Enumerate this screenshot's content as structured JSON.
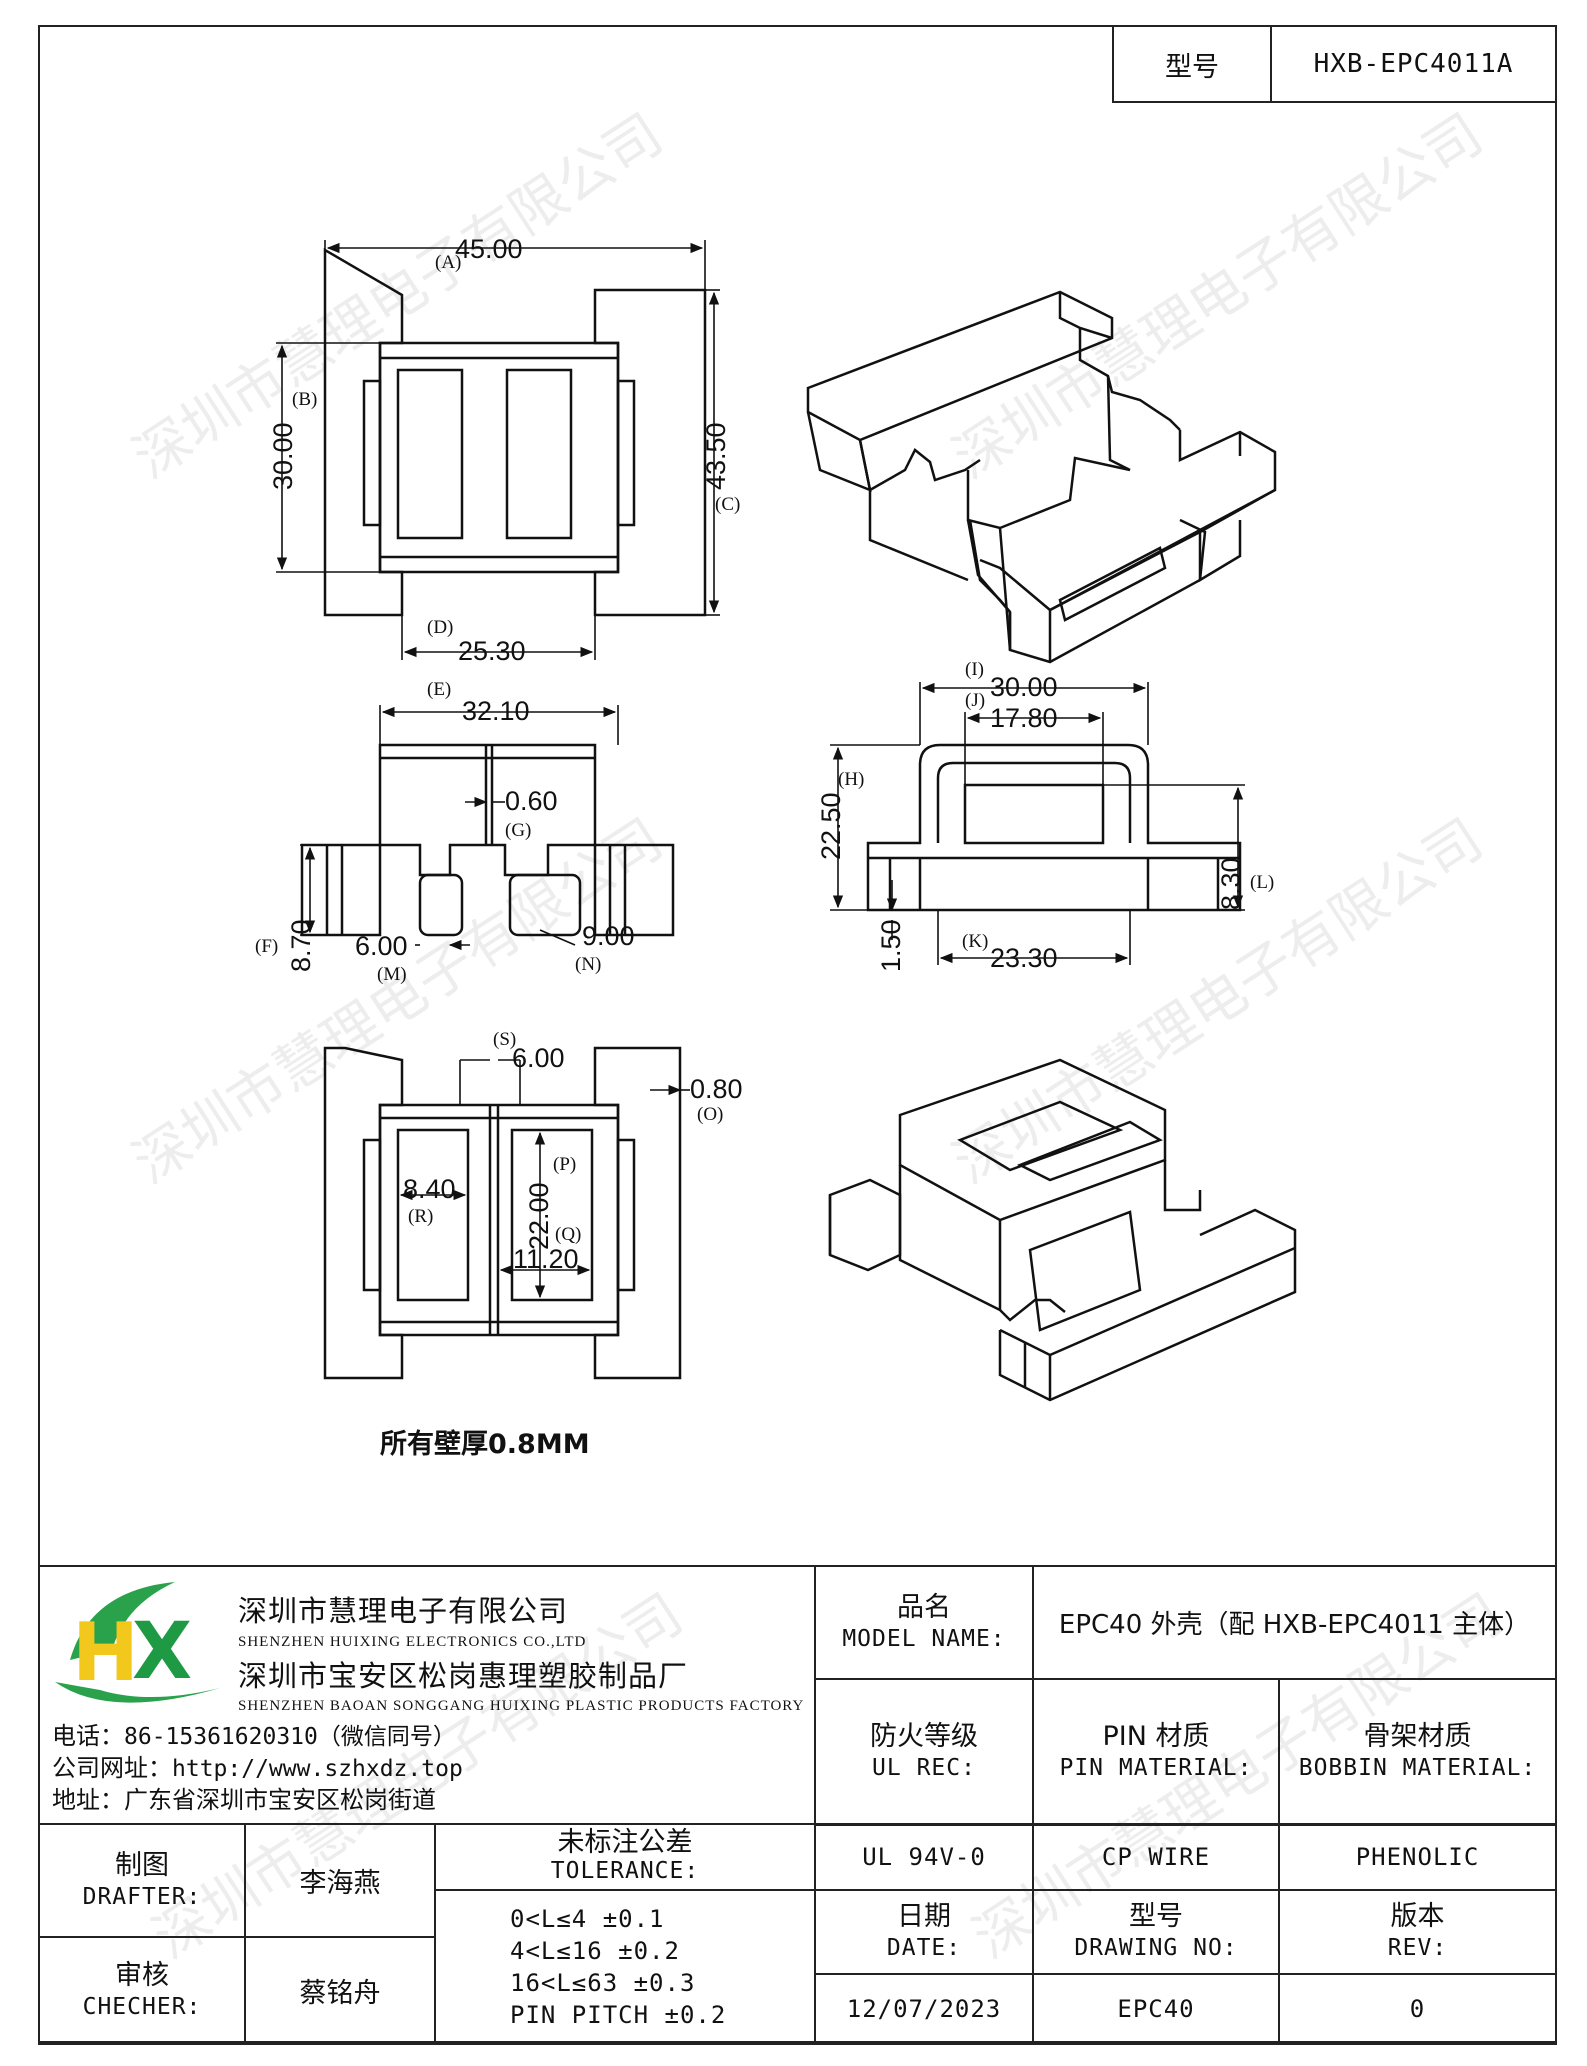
{
  "header": {
    "model_label": "型号",
    "model_value": "HXB-EPC4011A"
  },
  "dimensions": {
    "A": "45.00",
    "B": "30.00",
    "C": "43.50",
    "D": "25.30",
    "E": "32.10",
    "F": "8.70",
    "G": "0.60",
    "H": "22.50",
    "I": "30.00",
    "J": "17.80",
    "K": "23.30",
    "L": "8.30",
    "M": "6.00",
    "N": "9.00",
    "O": "0.80",
    "P": "22.00",
    "Q": "11.20",
    "R": "8.40",
    "S": "6.00",
    "base": "1.50"
  },
  "dimension_letters": {
    "A": "(A)",
    "B": "(B)",
    "C": "(C)",
    "D": "(D)",
    "E": "(E)",
    "F": "(F)",
    "G": "(G)",
    "H": "(H)",
    "I": "(I)",
    "J": "(J)",
    "K": "(K)",
    "L": "(L)",
    "M": "(M)",
    "N": "(N)",
    "O": "(O)",
    "P": "(P)",
    "Q": "(Q)",
    "R": "(R)",
    "S": "(S)"
  },
  "note": "所有壁厚0.8MM",
  "watermark": "深圳市慧理电子有限公司",
  "company": {
    "name1_cn": "深圳市慧理电子有限公司",
    "name1_en": "SHENZHEN HUIXING ELECTRONICS CO.,LTD",
    "name2_cn": "深圳市宝安区松岗惠理塑胶制品厂",
    "name2_en": "SHENZHEN BAOAN SONGGANG HUIXING PLASTIC PRODUCTS FACTORY",
    "phone_label": "电话：",
    "phone": "86-15361620310（微信同号）",
    "web_label": "公司网址：",
    "web": "http://www.szhxdz.top",
    "address_label": "地址：",
    "address": "广东省深圳市宝安区松岗街道",
    "logo_text": "HX",
    "logo_colors": {
      "h": "#f2c81d",
      "x": "#1e9a45"
    }
  },
  "title_block": {
    "model_name_cn": "品名",
    "model_name_en": "MODEL NAME:",
    "model_name_value": "EPC40 外壳（配 HXB-EPC4011 主体）",
    "ul_cn": "防火等级",
    "ul_en": "UL REC:",
    "ul_value": "UL 94V-0",
    "pin_cn": "PIN 材质",
    "pin_en": "PIN MATERIAL:",
    "pin_value": "CP WIRE",
    "bobbin_cn": "骨架材质",
    "bobbin_en": "BOBBIN MATERIAL:",
    "bobbin_value": "PHENOLIC",
    "drafter_cn": "制图",
    "drafter_en": "DRAFTER:",
    "drafter_value": "李海燕",
    "checker_cn": "审核",
    "checker_en": "CHECHER:",
    "checker_value": "蔡铭舟",
    "tolerance_cn": "未标注公差",
    "tolerance_en": "TOLERANCE:",
    "tolerances": [
      "0<L≤4  ±0.1",
      "4<L≤16 ±0.2",
      "16<L≤63 ±0.3",
      "PIN PITCH ±0.2"
    ],
    "date_cn": "日期",
    "date_en": "DATE:",
    "date_value": "12/07/2023",
    "drawing_cn": "型号",
    "drawing_en": "DRAWING NO:",
    "drawing_value": "EPC40",
    "rev_cn": "版本",
    "rev_en": "REV:",
    "rev_value": "0"
  }
}
